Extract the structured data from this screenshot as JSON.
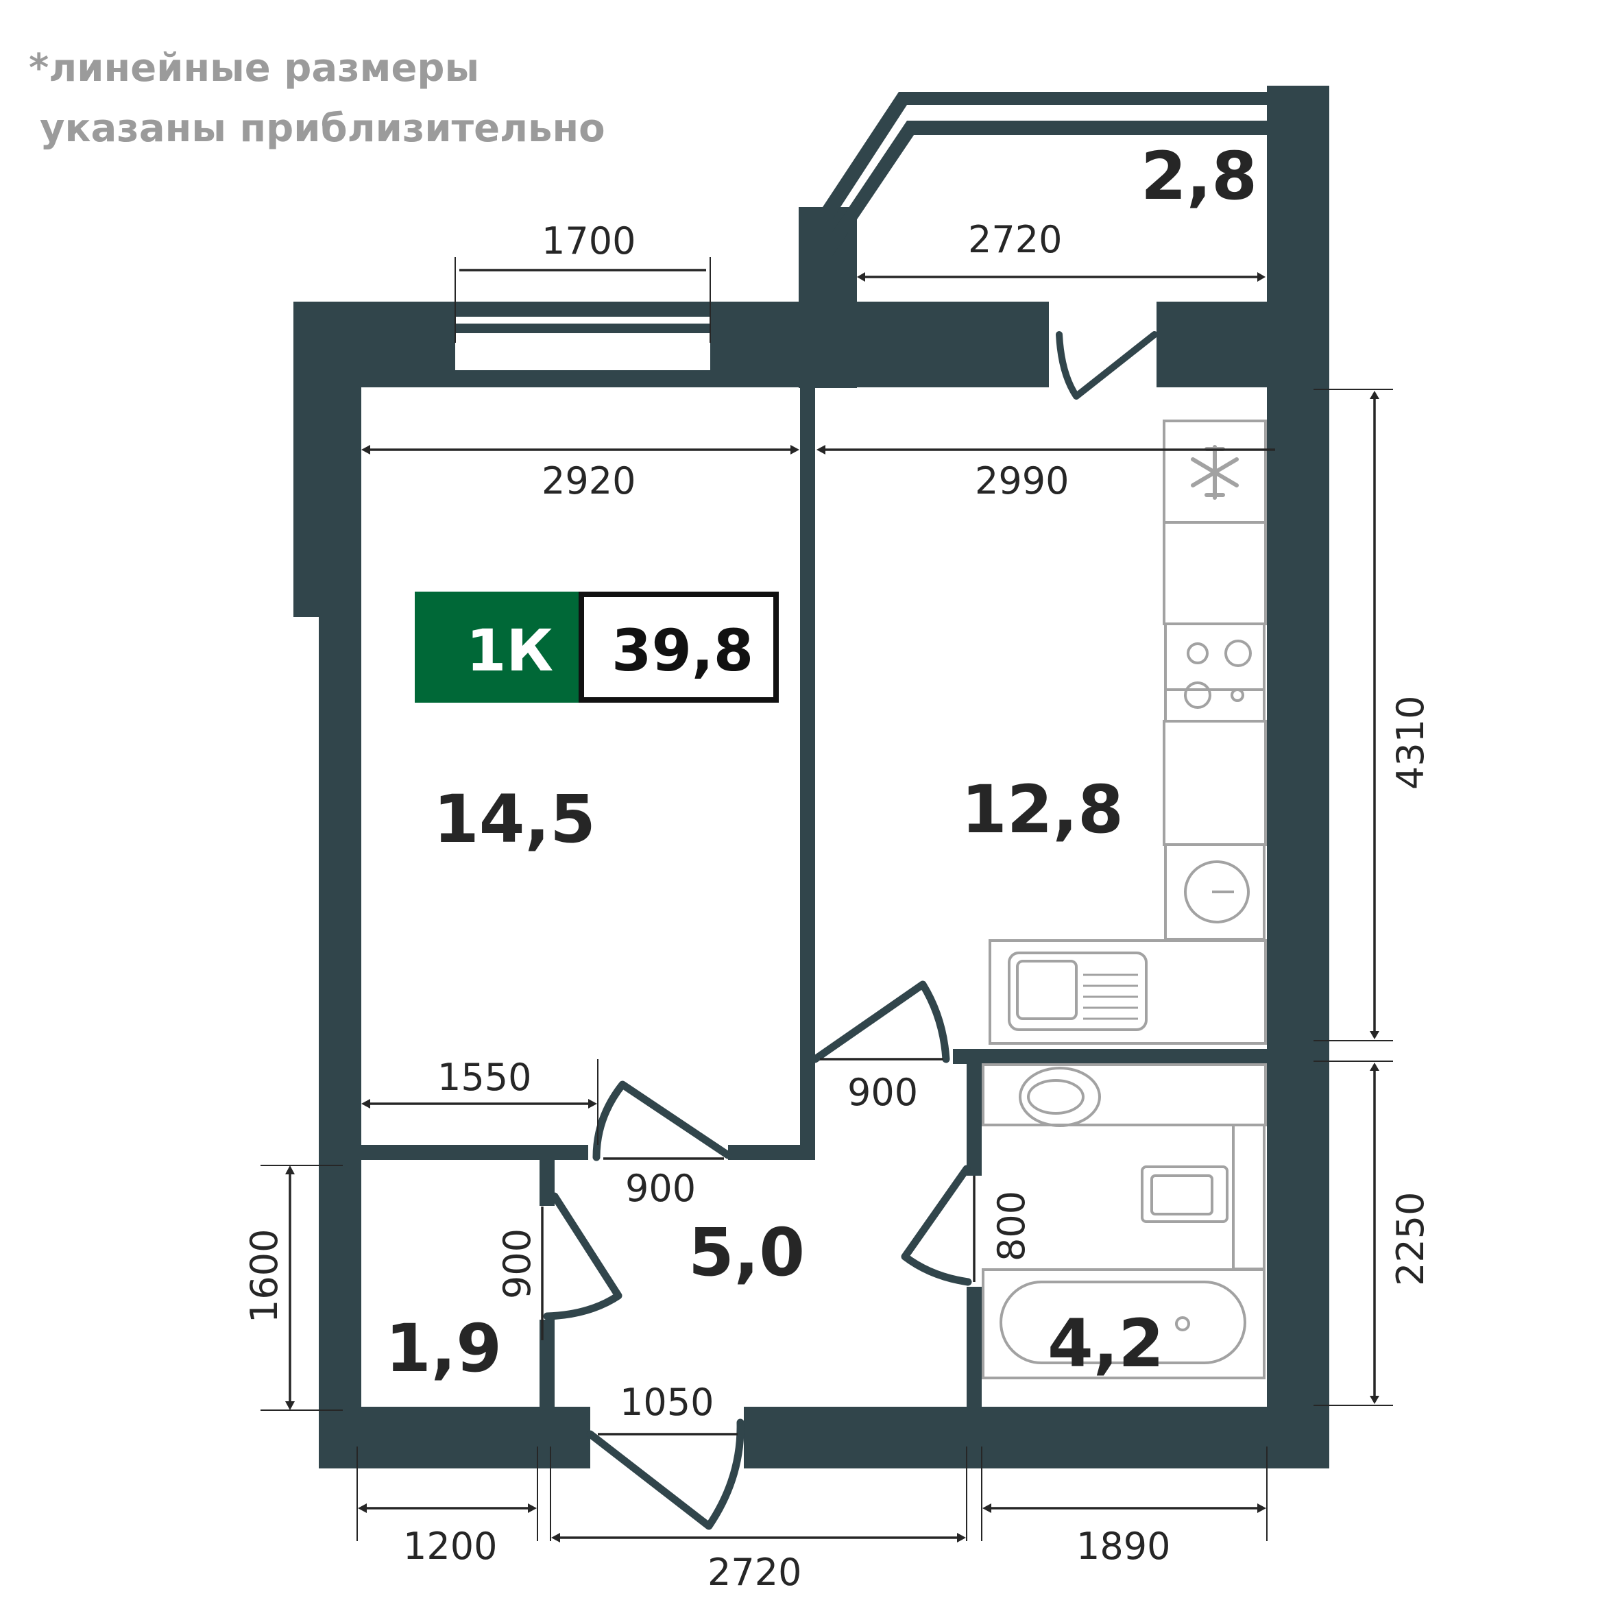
{
  "note": {
    "line1": "*линейные размеры",
    "line2": "указаны приблизительно"
  },
  "badge": {
    "type": "1К",
    "total_area": "39,8",
    "color": "#006837"
  },
  "colors": {
    "wall": "#31454b",
    "furniture": "#a2a2a2",
    "text": "#262626"
  },
  "rooms": {
    "living_room": {
      "area": "14,5"
    },
    "kitchen": {
      "area": "12,8"
    },
    "balcony": {
      "area": "2,8"
    },
    "hallway": {
      "area": "5,0"
    },
    "storage": {
      "area": "1,9"
    },
    "bathroom": {
      "area": "4,2"
    }
  },
  "dimensions": {
    "living_window": "1700",
    "balcony_width": "2720",
    "living_width": "2920",
    "kitchen_width": "2990",
    "living_lower": "1550",
    "living_door": "900",
    "kitchen_door": "900",
    "storage_door": "900",
    "bathroom_door": "800",
    "entrance_door": "1050",
    "storage_height": "1600",
    "storage_width": "1200",
    "hallway_width": "2720",
    "bathroom_width": "1890",
    "kitchen_depth": "4310",
    "bathroom_depth": "2250"
  }
}
